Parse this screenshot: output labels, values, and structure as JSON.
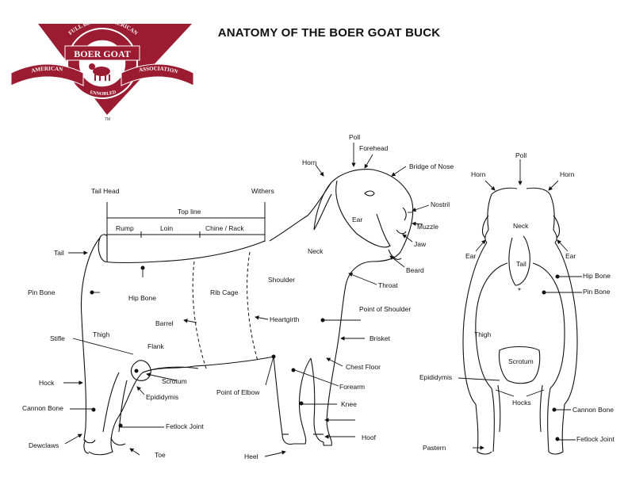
{
  "title": "ANATOMY OF THE BOER GOAT BUCK",
  "logo": {
    "top_arc": "FULL BLOOD • AMERICAN",
    "main": "BOER GOAT",
    "left_ribbon": "AMERICAN",
    "right_ribbon": "ASSOCIATION",
    "bottom": "ENNOBLED",
    "tm": "TM",
    "color": "#9b1b30"
  },
  "side_labels": {
    "poll": "Poll",
    "forehead": "Forehead",
    "horn": "Horn",
    "bridge_of_nose": "Bridge of Nose",
    "tail_head": "Tail Head",
    "withers": "Withers",
    "top_line": "Top line",
    "rump": "Rump",
    "loin": "Loin",
    "chine_rack": "Chine / Rack",
    "nostril": "Nostril",
    "muzzle": "Muzzle",
    "ear": "Ear",
    "jaw": "Jaw",
    "beard": "Beard",
    "tail": "Tail",
    "neck": "Neck",
    "shoulder": "Shoulder",
    "throat": "Throat",
    "pin_bone": "Pin Bone",
    "hip_bone": "Hip Bone",
    "rib_cage": "Rib Cage",
    "point_of_shoulder": "Point of Shoulder",
    "barrel": "Barrel",
    "heartgirth": "Heartgirth",
    "stifle": "Stifle",
    "thigh": "Thigh",
    "flank": "Flank",
    "brisket": "Brisket",
    "chest_floor": "Chest Floor",
    "scrotum": "Scrotum",
    "hock": "Hock",
    "point_of_elbow": "Point of Elbow",
    "forearm": "Forearm",
    "epididymis": "Epididymis",
    "cannon_bone": "Cannon Bone",
    "knee": "Knee",
    "fetlock_joint": "Fetlock Joint",
    "dewclaws": "Dewclaws",
    "hoof": "Hoof",
    "toe": "Toe",
    "heel": "Heel"
  },
  "rear_labels": {
    "poll": "Poll",
    "horn_left": "Horn",
    "horn_right": "Horn",
    "neck": "Neck",
    "ear_left": "Ear",
    "ear_right": "Ear",
    "tail": "Tail",
    "hip_bone": "Hip Bone",
    "pin_bone": "Pin Bone",
    "thigh": "Thigh",
    "scrotum": "Scrotum",
    "epididymis": "Epididymis",
    "hocks": "Hocks",
    "cannon_bone": "Cannon Bone",
    "fetlock_joint": "Fetlock Joint",
    "pastern": "Pastern"
  }
}
